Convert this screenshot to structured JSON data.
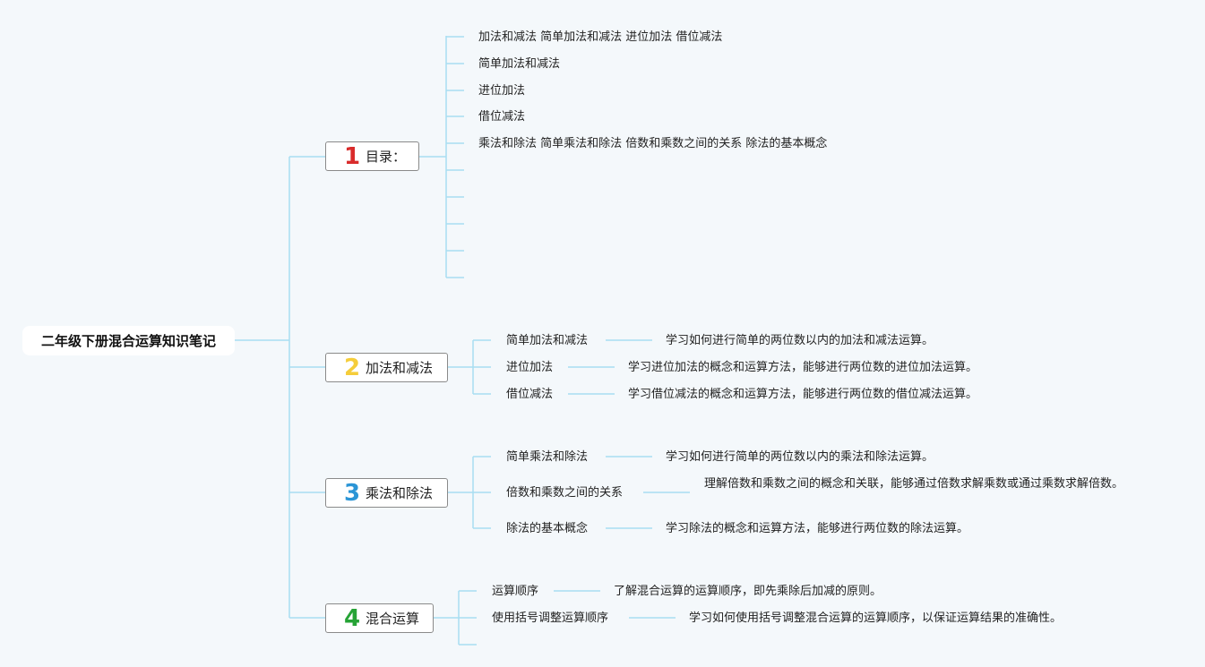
{
  "root": {
    "title": "二年级下册混合运算知识笔记"
  },
  "branches": [
    {
      "number": "1",
      "color": "#d92b2b",
      "label": "目录：",
      "items": [
        "加法和减法 简单加法和减法 进位加法 借位减法",
        "简单加法和减法",
        "进位加法",
        "借位减法",
        "乘法和除法 简单乘法和除法 倍数和乘数之间的关系 除法的基本概念",
        "",
        "",
        "",
        "",
        ""
      ]
    },
    {
      "number": "2",
      "color": "#f5cd3a",
      "label": "加法和减法",
      "items": [
        {
          "topic": "简单加法和减法",
          "desc": "学习如何进行简单的两位数以内的加法和减法运算。"
        },
        {
          "topic": "进位加法",
          "desc": "学习进位加法的概念和运算方法，能够进行两位数的进位加法运算。"
        },
        {
          "topic": "借位减法",
          "desc": "学习借位减法的概念和运算方法，能够进行两位数的借位减法运算。"
        }
      ]
    },
    {
      "number": "3",
      "color": "#2b95d6",
      "label": "乘法和除法",
      "items": [
        {
          "topic": "简单乘法和除法",
          "desc": "学习如何进行简单的两位数以内的乘法和除法运算。"
        },
        {
          "topic": "倍数和乘数之间的关系",
          "desc": "理解倍数和乘数之间的概念和关联，能够通过倍数求解乘数或通过乘数求解倍数。"
        },
        {
          "topic": "除法的基本概念",
          "desc": "学习除法的概念和运算方法，能够进行两位数的除法运算。"
        }
      ]
    },
    {
      "number": "4",
      "color": "#26a336",
      "label": "混合运算",
      "items": [
        {
          "topic": "运算顺序",
          "desc": "了解混合运算的运算顺序，即先乘除后加减的原则。"
        },
        {
          "topic": "使用括号调整运算顺序",
          "desc": "学习如何使用括号调整混合运算的运算顺序，以保证运算结果的准确性。"
        },
        {
          "topic": "",
          "desc": ""
        }
      ]
    }
  ],
  "line_color": "#a8def2"
}
